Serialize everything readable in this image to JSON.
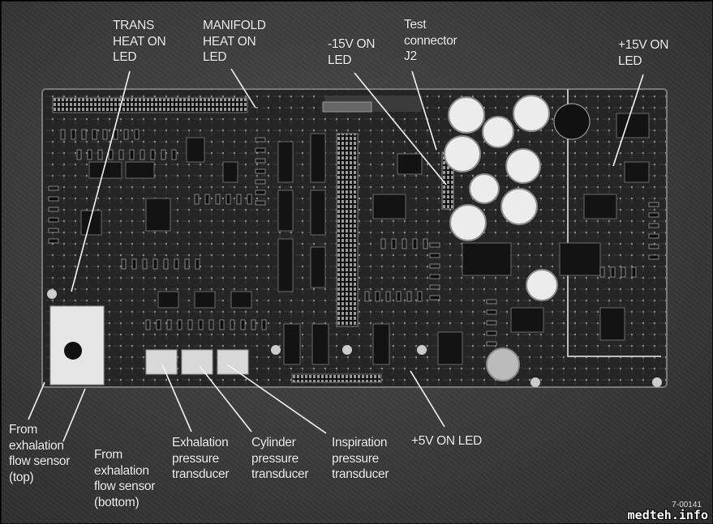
{
  "labels": {
    "trans_heat": [
      "TRANS",
      "HEAT ON",
      "LED"
    ],
    "manifold_heat": [
      "MANIFOLD",
      "HEAT ON",
      "LED"
    ],
    "minus15v": [
      "-15V ON",
      "LED"
    ],
    "test_connector": [
      "Test",
      "connector",
      "J2"
    ],
    "plus15v": [
      "+15V ON",
      "LED"
    ],
    "exh_flow_top": [
      "From",
      "exhalation",
      "flow sensor",
      "(top)"
    ],
    "exh_flow_bottom": [
      "From",
      "exhalation",
      "flow sensor",
      "(bottom)"
    ],
    "exh_pressure": [
      "Exhalation",
      "pressure",
      "transducer"
    ],
    "cyl_pressure": [
      "Cylinder",
      "pressure",
      "transducer"
    ],
    "insp_pressure": [
      "Inspiration",
      "pressure",
      "transducer"
    ],
    "plus5v": [
      "+5V ON LED"
    ]
  },
  "figure_number": "7-00141",
  "watermark": "medteh.info",
  "colors": {
    "background": "#3b3b3b",
    "board": "#262626",
    "label": "#f4f4f4"
  }
}
